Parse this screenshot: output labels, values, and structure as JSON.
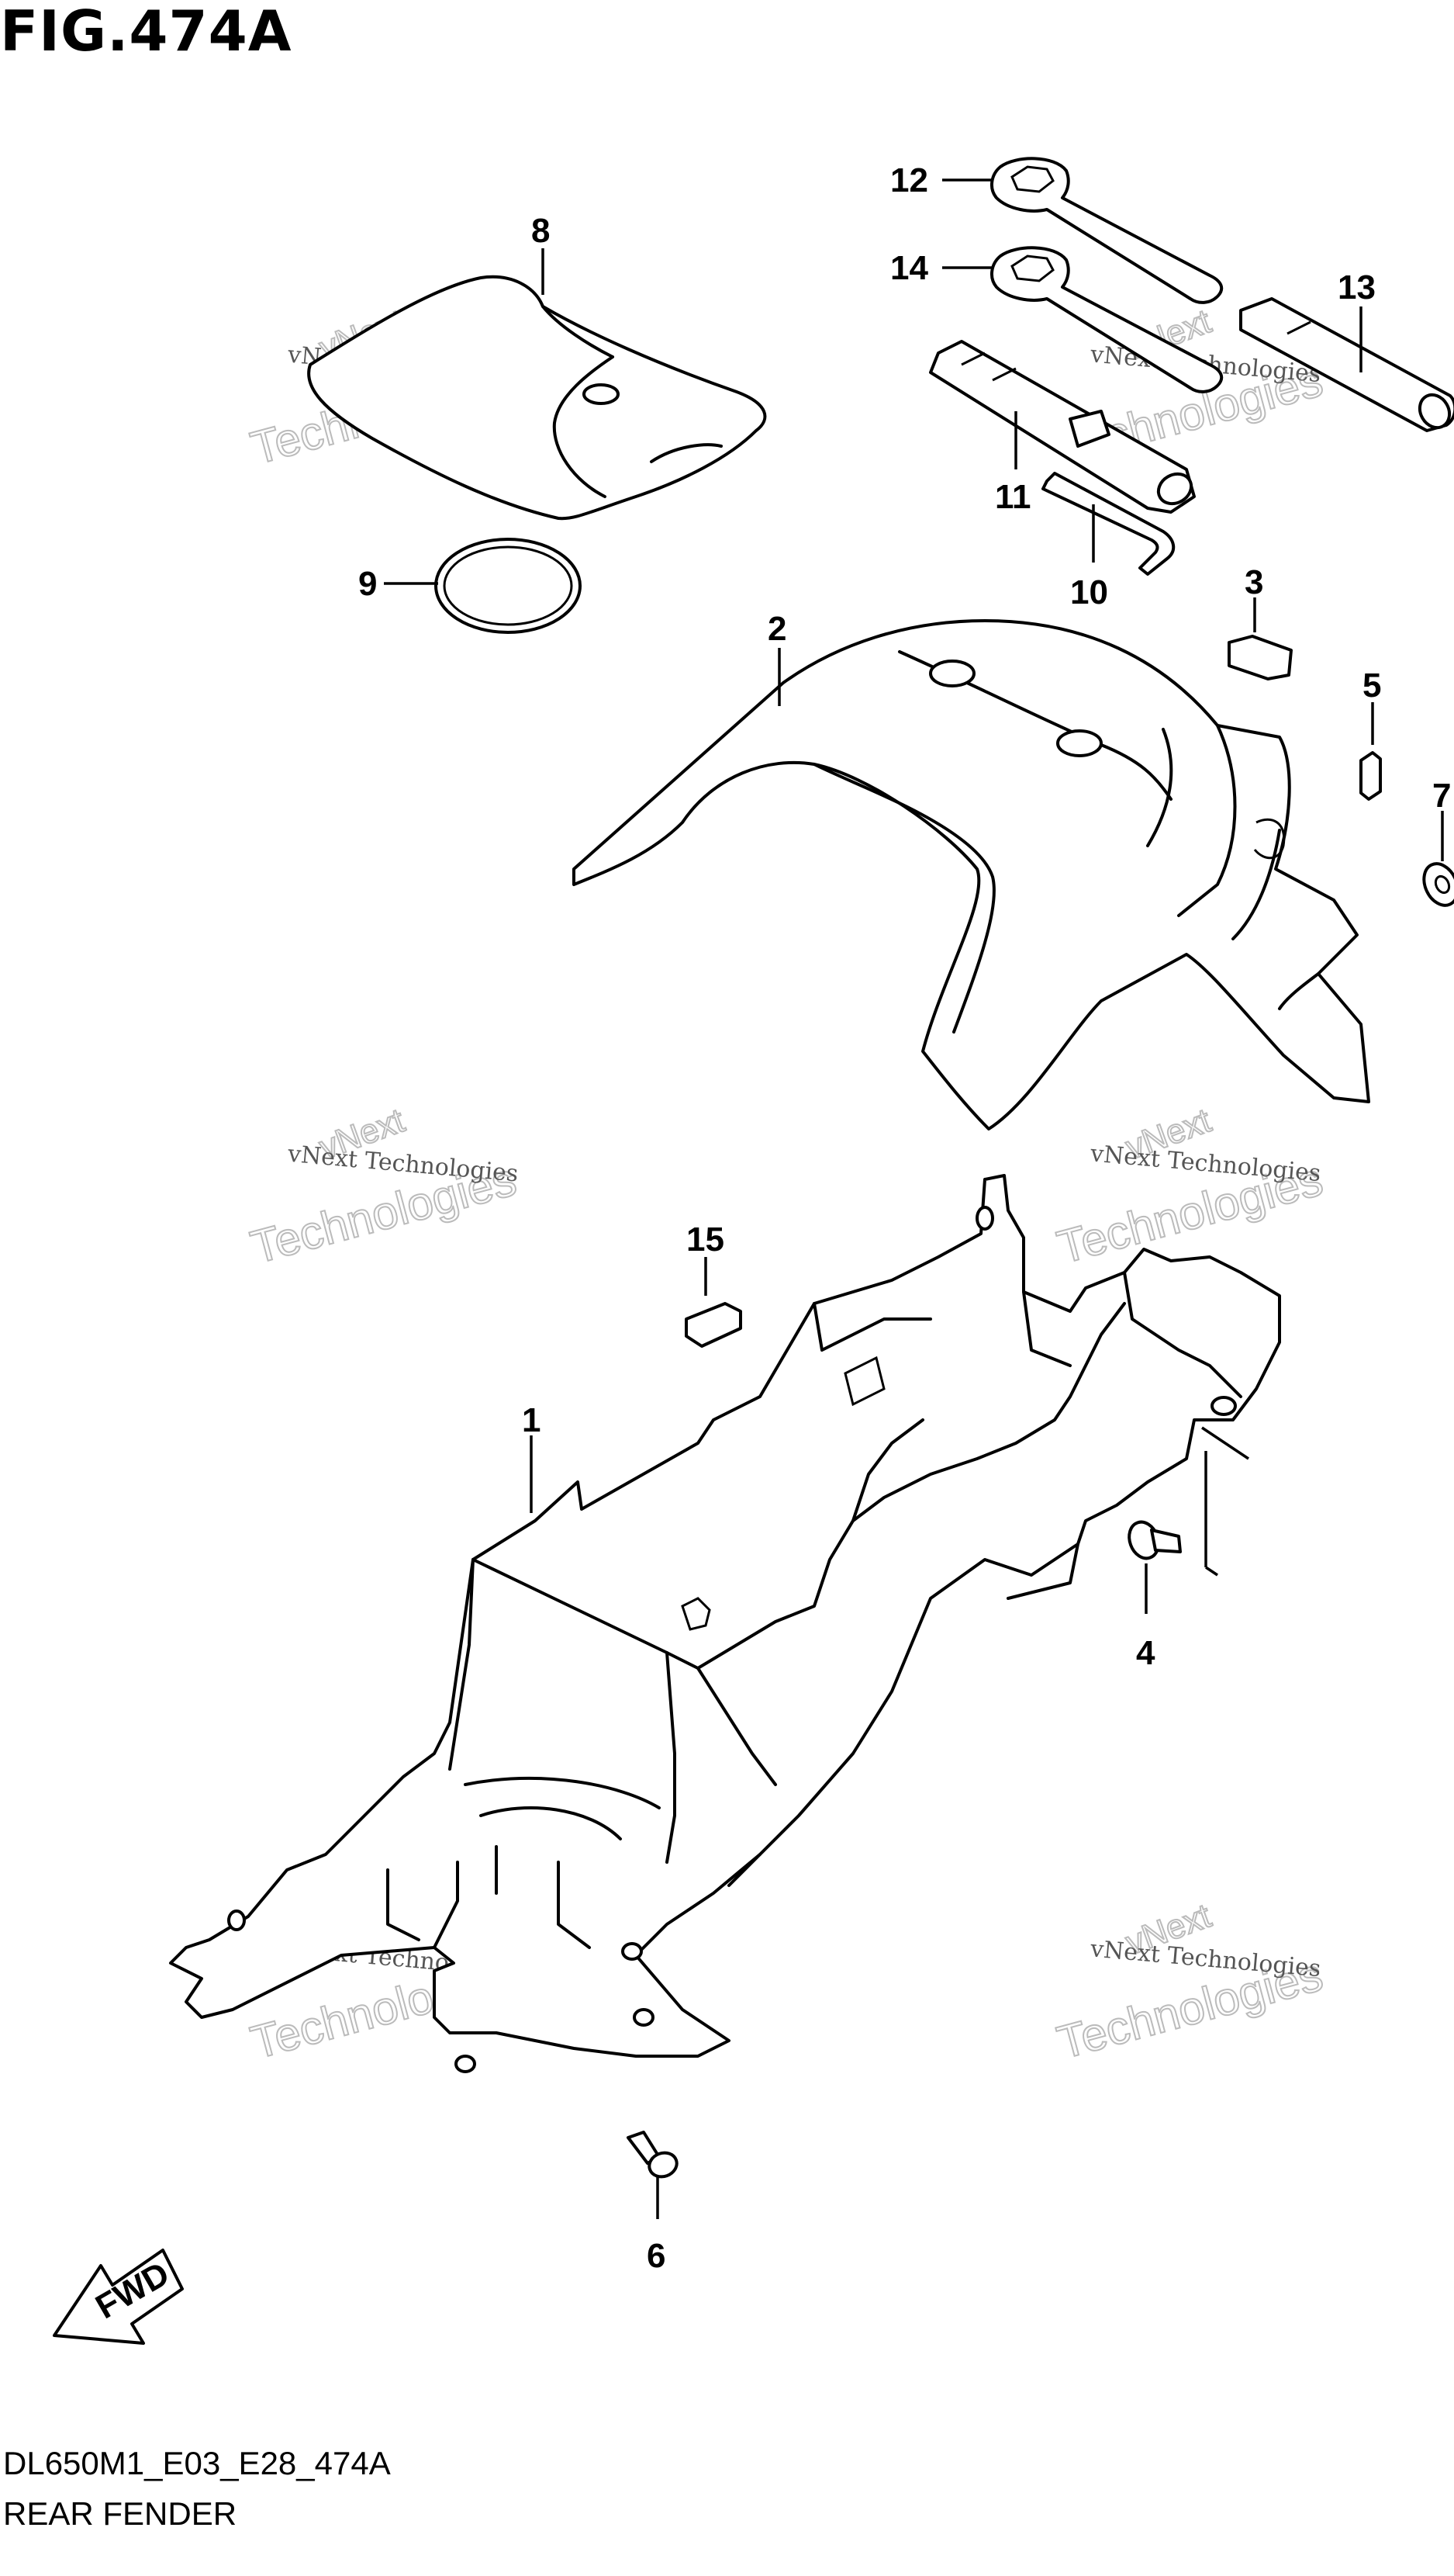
{
  "figure": {
    "title": "FIG.474A",
    "code": "DL650M1_E03_E28_474A",
    "name": "REAR FENDER"
  },
  "callouts": {
    "c1": "1",
    "c2": "2",
    "c3": "3",
    "c4": "4",
    "c5": "5",
    "c6": "6",
    "c7": "7",
    "c8": "8",
    "c9": "9",
    "c10": "10",
    "c11": "11",
    "c12": "12",
    "c13": "13",
    "c14": "14",
    "c15": "15"
  },
  "direction_arrow": {
    "label": "FWD"
  },
  "watermark": {
    "line1": "vNext Technologies",
    "line2": "Technologies",
    "line3": "vNext"
  }
}
